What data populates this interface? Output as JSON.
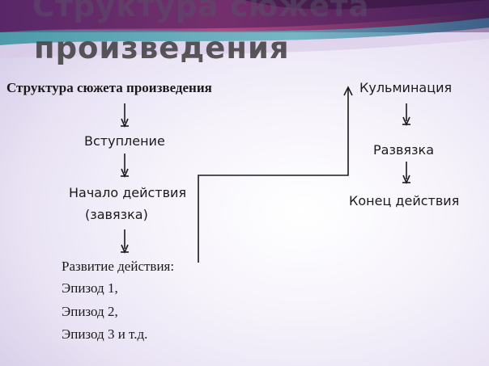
{
  "slide": {
    "title_line_1": "Структура сюжета",
    "title_line_2": "произведения",
    "heading": "Структура сюжета произведения"
  },
  "left_column": {
    "step_1": "Вступление",
    "step_2_line_1": "Начало действия",
    "step_2_line_2": "(завязка)",
    "development": {
      "label": "Развитие действия:",
      "episodes": [
        "Эпизод 1,",
        "Эпизод 2,",
        "Эпизод 3 и т.д."
      ]
    }
  },
  "right_column": {
    "climax": "Кульминация",
    "denouement": "Развязка",
    "ending": "Конец действия"
  },
  "colors": {
    "arrow": "#1a1a1a",
    "band_dark": "#4a1f5e",
    "band_magenta": "#b0407e",
    "band_teal": "#2b8d9a"
  }
}
